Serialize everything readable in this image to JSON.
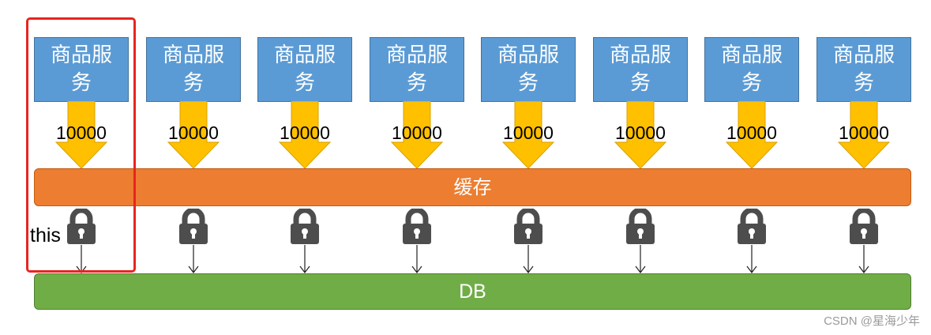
{
  "services": [
    {
      "label": "商品服务",
      "count": "10000"
    },
    {
      "label": "商品服务",
      "count": "10000"
    },
    {
      "label": "商品服务",
      "count": "10000"
    },
    {
      "label": "商品服务",
      "count": "10000"
    },
    {
      "label": "商品服务",
      "count": "10000"
    },
    {
      "label": "商品服务",
      "count": "10000"
    },
    {
      "label": "商品服务",
      "count": "10000"
    },
    {
      "label": "商品服务",
      "count": "10000"
    }
  ],
  "cache_label": "缓存",
  "db_label": "DB",
  "this_label": "this",
  "watermark": "CSDN @星海少年",
  "colors": {
    "service": "#5B9BD5",
    "arrow": "#FFC000",
    "cache": "#ED7D31",
    "db": "#70AD47",
    "lock": "#4D4D4D",
    "highlight": "#E8251F"
  },
  "icons": [
    "lock-icon",
    "down-arrow-icon"
  ]
}
